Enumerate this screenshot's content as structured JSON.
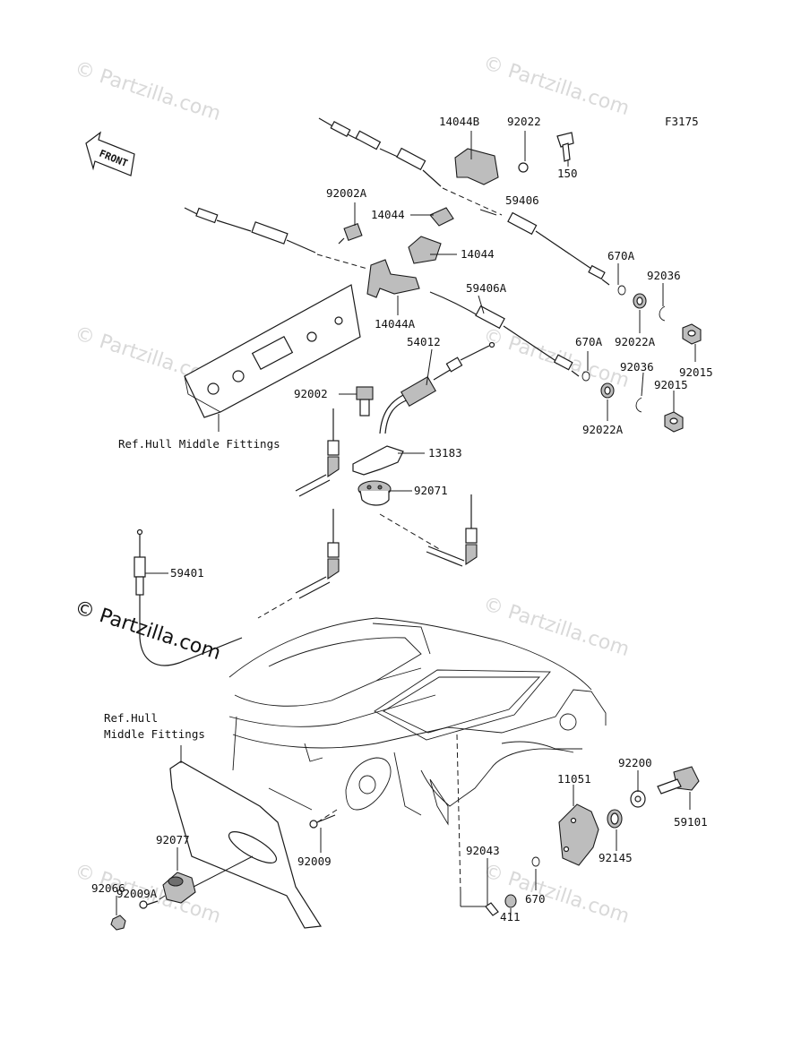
{
  "figure_code": "F3175",
  "front_label": "FRONT",
  "watermarks": [
    "© Partzilla.com",
    "© Partzilla.com",
    "© Partzilla.com",
    "© Partzilla.com",
    "© Partzilla.com",
    "© Partzilla.com",
    "© Partzilla.com"
  ],
  "watermark_main": "© Partzilla.com",
  "ref_notes": {
    "upper": "Ref.Hull Middle Fittings",
    "lower_line1": "Ref.Hull",
    "lower_line2": "Middle Fittings"
  },
  "parts": [
    {
      "id": "p14044B",
      "label": "14044B"
    },
    {
      "id": "p92022",
      "label": "92022"
    },
    {
      "id": "p150",
      "label": "150"
    },
    {
      "id": "p92002A",
      "label": "92002A"
    },
    {
      "id": "p14044a",
      "label": "14044"
    },
    {
      "id": "p59406",
      "label": "59406"
    },
    {
      "id": "p14044b",
      "label": "14044"
    },
    {
      "id": "p670A_1",
      "label": "670A"
    },
    {
      "id": "p92036_1",
      "label": "92036"
    },
    {
      "id": "p59406A",
      "label": "59406A"
    },
    {
      "id": "p14044A",
      "label": "14044A"
    },
    {
      "id": "p92022A_1",
      "label": "92022A"
    },
    {
      "id": "p54012",
      "label": "54012"
    },
    {
      "id": "p670A_2",
      "label": "670A"
    },
    {
      "id": "p92015_1",
      "label": "92015"
    },
    {
      "id": "p92036_2",
      "label": "92036"
    },
    {
      "id": "p92015_2",
      "label": "92015"
    },
    {
      "id": "p92002",
      "label": "92002"
    },
    {
      "id": "p92022A_2",
      "label": "92022A"
    },
    {
      "id": "p13183",
      "label": "13183"
    },
    {
      "id": "p92071",
      "label": "92071"
    },
    {
      "id": "p59401",
      "label": "59401"
    },
    {
      "id": "p92200",
      "label": "92200"
    },
    {
      "id": "p11051",
      "label": "11051"
    },
    {
      "id": "p59101",
      "label": "59101"
    },
    {
      "id": "p92145",
      "label": "92145"
    },
    {
      "id": "p92077",
      "label": "92077"
    },
    {
      "id": "p92009",
      "label": "92009"
    },
    {
      "id": "p92043",
      "label": "92043"
    },
    {
      "id": "p92009A",
      "label": "92009A"
    },
    {
      "id": "p92066",
      "label": "92066"
    },
    {
      "id": "p670",
      "label": "670"
    },
    {
      "id": "p411",
      "label": "411"
    }
  ]
}
